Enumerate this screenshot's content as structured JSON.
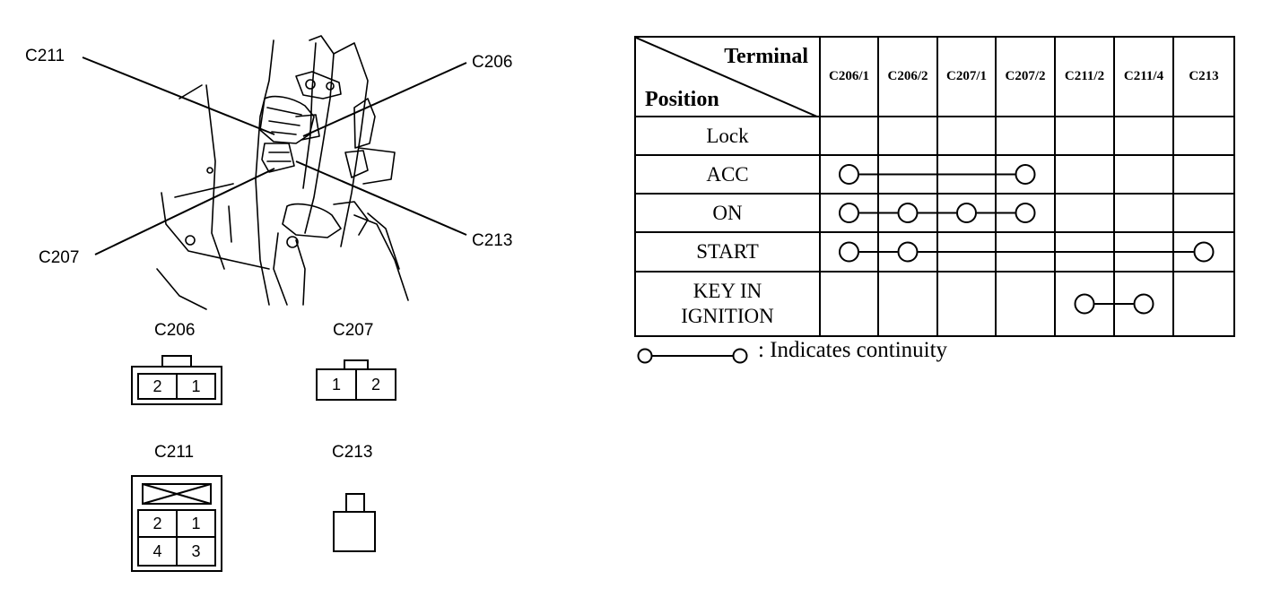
{
  "locator": {
    "callouts": [
      "C211",
      "C206",
      "C207",
      "C213"
    ]
  },
  "connectors": {
    "c206": {
      "title": "C206",
      "pins": [
        "2",
        "1"
      ]
    },
    "c207": {
      "title": "C207",
      "pins": [
        "1",
        "2"
      ]
    },
    "c211": {
      "title": "C211",
      "pins": [
        "2",
        "1",
        "4",
        "3"
      ]
    },
    "c213": {
      "title": "C213"
    }
  },
  "table": {
    "header_terminal": "Terminal",
    "header_position": "Position",
    "columns": [
      "C206/1",
      "C206/2",
      "C207/1",
      "C207/2",
      "C211/2",
      "C211/4",
      "C213"
    ],
    "rows": [
      {
        "label": [
          "Lock"
        ],
        "links": []
      },
      {
        "label": [
          "ACC"
        ],
        "links": [
          [
            0,
            3
          ]
        ]
      },
      {
        "label": [
          "ON"
        ],
        "links": [
          [
            0,
            1,
            2,
            3
          ]
        ]
      },
      {
        "label": [
          "START"
        ],
        "links": [
          [
            0,
            1,
            6
          ]
        ]
      },
      {
        "label": [
          "KEY IN",
          "IGNITION"
        ],
        "links": [
          [
            4,
            5
          ]
        ]
      }
    ]
  },
  "legend": {
    "text": ": Indicates continuity"
  }
}
